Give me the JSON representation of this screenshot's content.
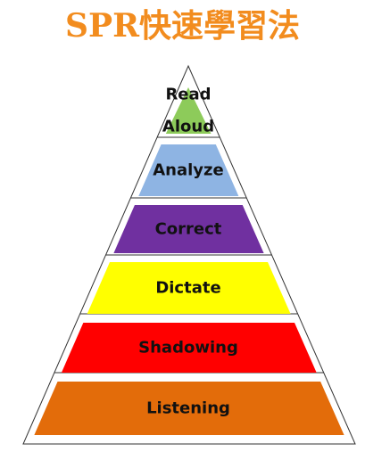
{
  "title": {
    "text": "SPR快速學習法",
    "color": "#F28C1E"
  },
  "pyramid": {
    "outline_color": "#333333",
    "tiers": [
      {
        "label_lines": [
          "Read",
          "Aloud"
        ],
        "color": "#8DCB5A",
        "label_color": "#1A1A1A"
      },
      {
        "label_lines": [
          "Analyze"
        ],
        "color": "#8EB4E3",
        "label_color": "#1A1A1A"
      },
      {
        "label_lines": [
          "Correct"
        ],
        "color": "#7030A0",
        "label_color": "#1A1A1A"
      },
      {
        "label_lines": [
          "Dictate"
        ],
        "color": "#FFFF00",
        "label_color": "#1A1A1A"
      },
      {
        "label_lines": [
          "Shadowing"
        ],
        "color": "#FF0000",
        "label_color": "#1A1A1A"
      },
      {
        "label_lines": [
          "Listening"
        ],
        "color": "#E36C0A",
        "label_color": "#1A1A1A"
      }
    ]
  }
}
